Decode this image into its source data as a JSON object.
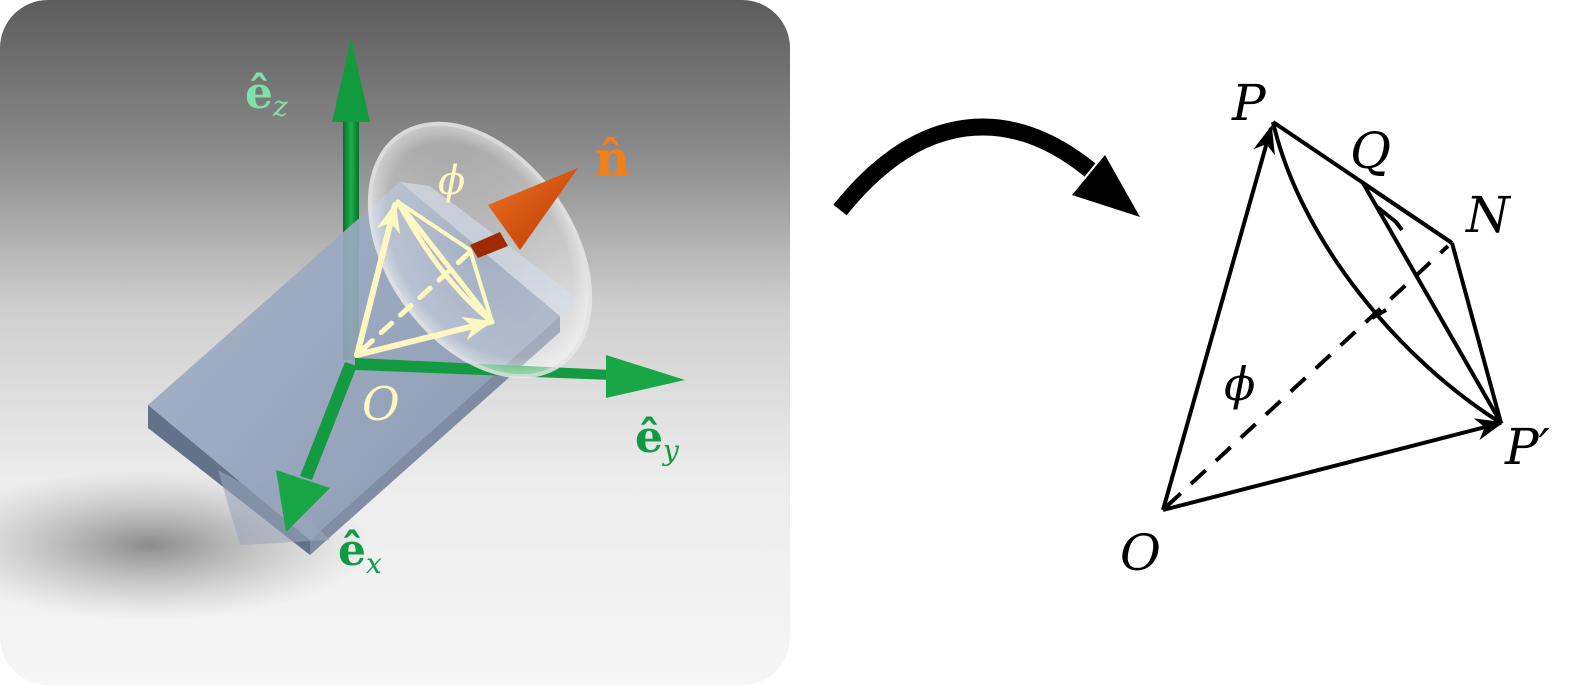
{
  "scene": {
    "axes": {
      "z": {
        "base": "ê",
        "sub": "z",
        "color": "#7fe0a8"
      },
      "y": {
        "base": "ê",
        "sub": "y",
        "color": "#109a44"
      },
      "x": {
        "base": "ê",
        "sub": "x",
        "color": "#109a44"
      }
    },
    "normal": {
      "label": "n̂",
      "color": "#f08018"
    },
    "angle": "ϕ",
    "origin": "O",
    "colors": {
      "axis_green": "#12973d",
      "rotor_yellow": "#fff7c0",
      "plate": "#8293ad",
      "arrow_orange": "#d04a08"
    }
  },
  "schematic": {
    "points": {
      "P": "P",
      "Q": "Q",
      "N": "N",
      "P_prime": "P′",
      "O": "O"
    },
    "angle": "ϕ"
  },
  "icons": {
    "transition": "curved-arrow-icon"
  }
}
